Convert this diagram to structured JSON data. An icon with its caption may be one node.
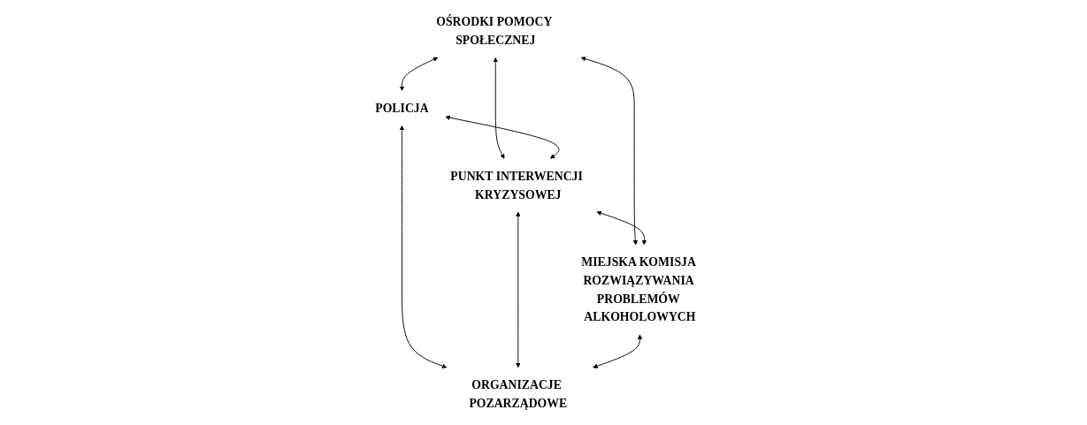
{
  "diagram": {
    "nodes": [
      {
        "text": [
          "OŚRODKI POMOCY SPOŁECZNEJ"
        ]
      },
      {
        "text": [
          "POLICJA"
        ]
      },
      {
        "text": [
          "PUNKT INTERWENCJI KRYZYSOWEJ"
        ]
      },
      {
        "text": [
          "MIEJSKA KOMISJA ROZWIĄZYWANIA PROBLEMÓW ALKOHOLOWYCH"
        ]
      },
      {
        "text": [
          "ORGANIZACJE POZARZĄDOWE"
        ]
      }
    ],
    "edges": [
      {
        "from": 0,
        "to": 1,
        "arrow": "both"
      },
      {
        "from": 0,
        "to": 2,
        "arrow": "both"
      },
      {
        "from": 1,
        "to": 2,
        "arrow": "both"
      },
      {
        "from": 0,
        "to": 3,
        "arrow": "both"
      },
      {
        "from": 1,
        "to": 4,
        "arrow": "both"
      },
      {
        "from": 2,
        "to": 3,
        "arrow": "both"
      },
      {
        "from": 2,
        "to": 4,
        "arrow": "both"
      },
      {
        "from": 3,
        "to": 4,
        "arrow": "both"
      }
    ]
  }
}
